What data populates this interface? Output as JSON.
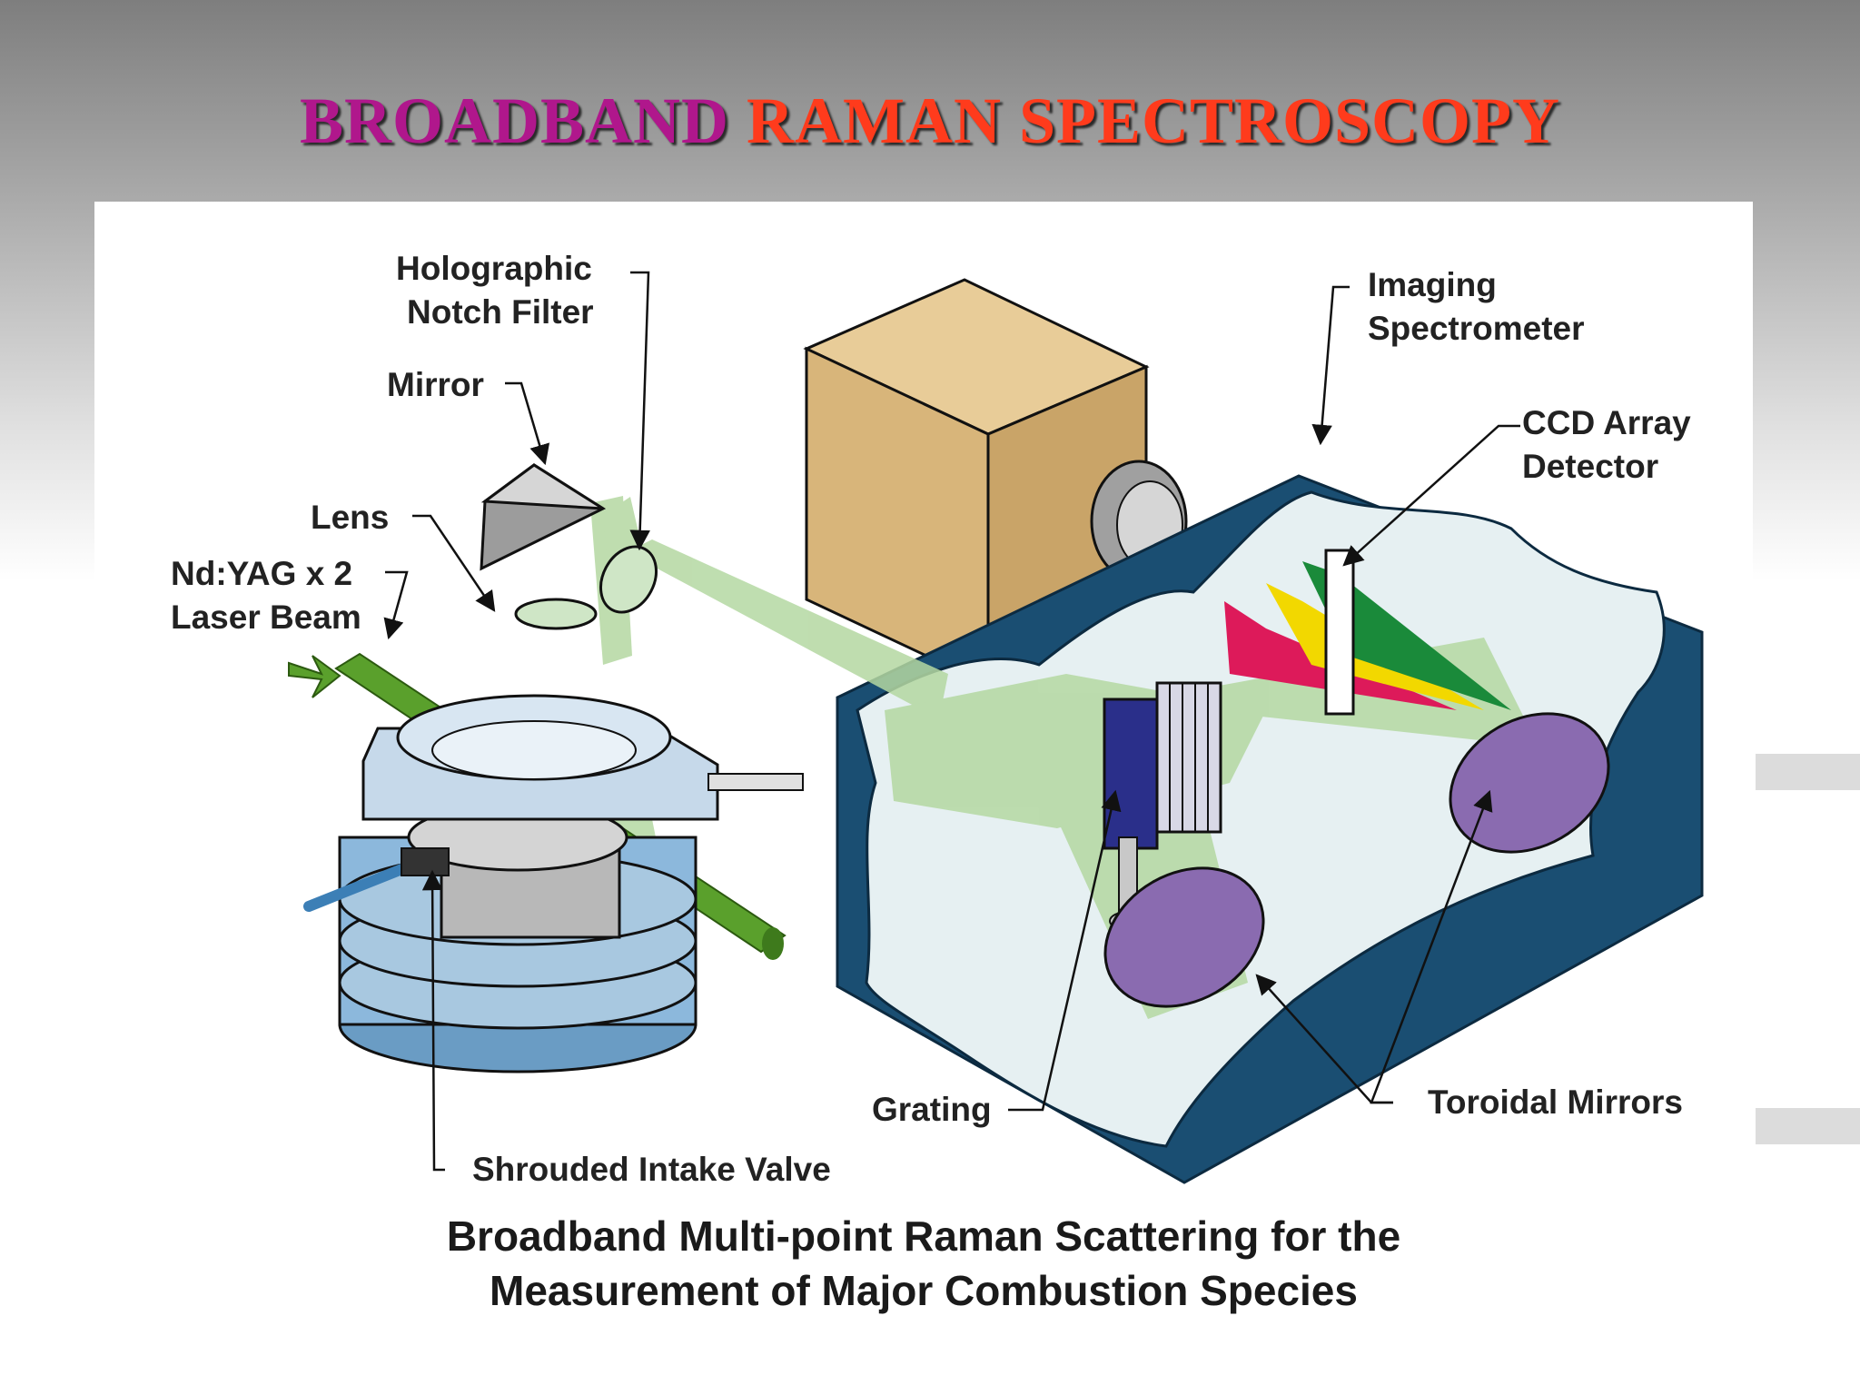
{
  "slide": {
    "title_part1": "BROADBAND",
    "title_part2": "RAMAN SPECTROSCOPY",
    "title_colors": {
      "part1": "#b0178c",
      "part2": "#ff3b1c"
    }
  },
  "diagram": {
    "labels": {
      "holographic_line1": "Holographic",
      "holographic_line2": "Notch Filter",
      "mirror": "Mirror",
      "lens": "Lens",
      "laser_line1": "Nd:YAG x 2",
      "laser_line2": "Laser Beam",
      "imaging_line1": "Imaging",
      "imaging_line2": "Spectrometer",
      "ccd_line1": "CCD Array",
      "ccd_line2": "Detector",
      "grating": "Grating",
      "toroidal": "Toroidal Mirrors",
      "valve": "Shrouded Intake Valve"
    },
    "caption_line1": "Broadband Multi-point Raman Scattering for the",
    "caption_line2": "Measurement of Major Combustion Species",
    "colors": {
      "spectrometer_housing": "#1a4e72",
      "spectrometer_interior": "#e6f0f2",
      "camera_body": "#d8b57a",
      "light_beam": "#b4d8a2",
      "laser_beam": "#5aa02c",
      "toroidal_mirror": "#8a6bb0",
      "grating": "#2a2f8a",
      "engine": "#a8c8e0"
    }
  }
}
